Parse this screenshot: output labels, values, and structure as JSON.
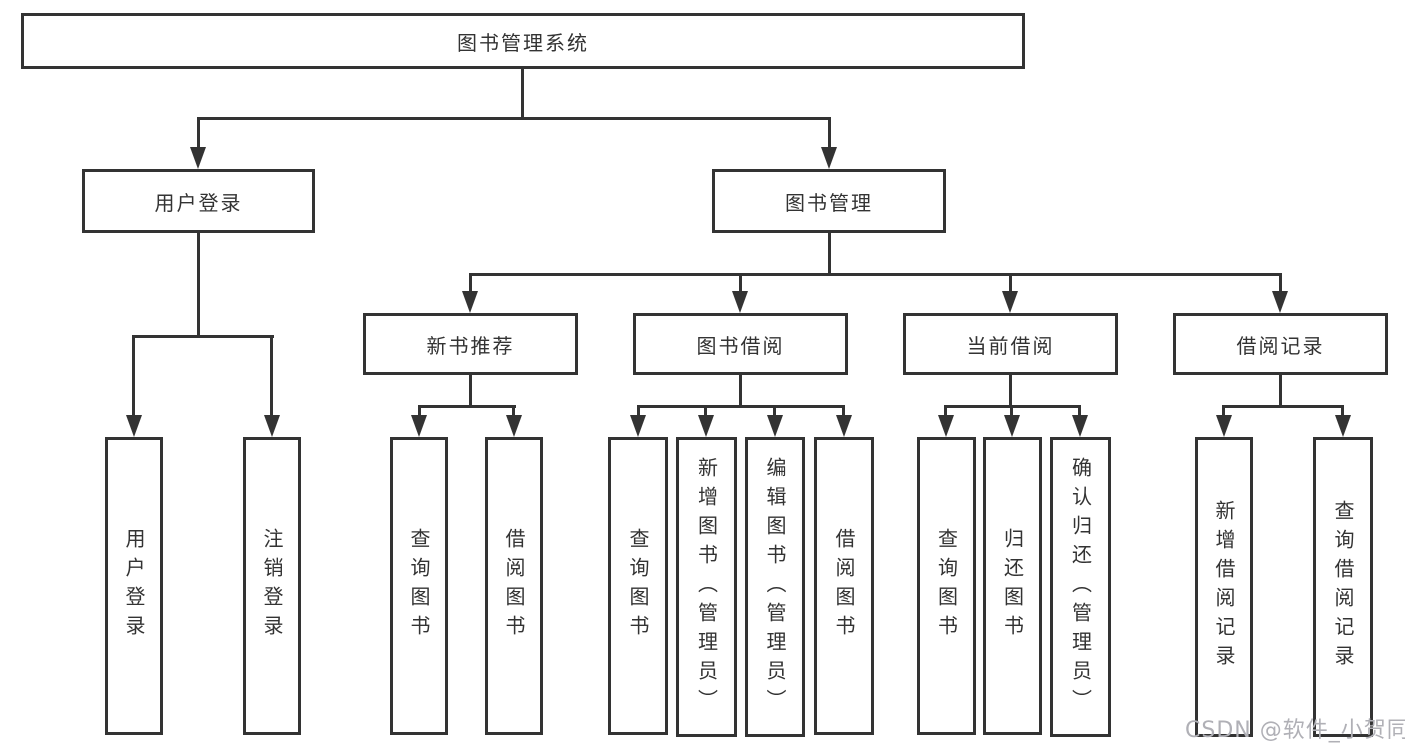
{
  "diagram_title": "图书管理系统",
  "tree": {
    "label": "图书管理系统",
    "children": [
      {
        "label": "用户登录",
        "children": [
          {
            "label": "用户登录"
          },
          {
            "label": "注销登录"
          }
        ]
      },
      {
        "label": "图书管理",
        "children": [
          {
            "label": "新书推荐",
            "children": [
              {
                "label": "查询图书"
              },
              {
                "label": "借阅图书"
              }
            ]
          },
          {
            "label": "图书借阅",
            "children": [
              {
                "label": "查询图书"
              },
              {
                "label": "新增图书（管理员）"
              },
              {
                "label": "编辑图书（管理员）"
              },
              {
                "label": "借阅图书"
              }
            ]
          },
          {
            "label": "当前借阅",
            "children": [
              {
                "label": "查询图书"
              },
              {
                "label": "归还图书"
              },
              {
                "label": "确认归还（管理员）"
              }
            ]
          },
          {
            "label": "借阅记录",
            "children": [
              {
                "label": "新增借阅记录"
              },
              {
                "label": "查询借阅记录"
              }
            ]
          }
        ]
      }
    ]
  },
  "watermark": "CSDN @软件_小贺同学",
  "colors": {
    "line": "#333333",
    "node_border": "#333333",
    "node_background": "#ffffff",
    "text": "#333333",
    "watermark": "#b0b0b6"
  }
}
